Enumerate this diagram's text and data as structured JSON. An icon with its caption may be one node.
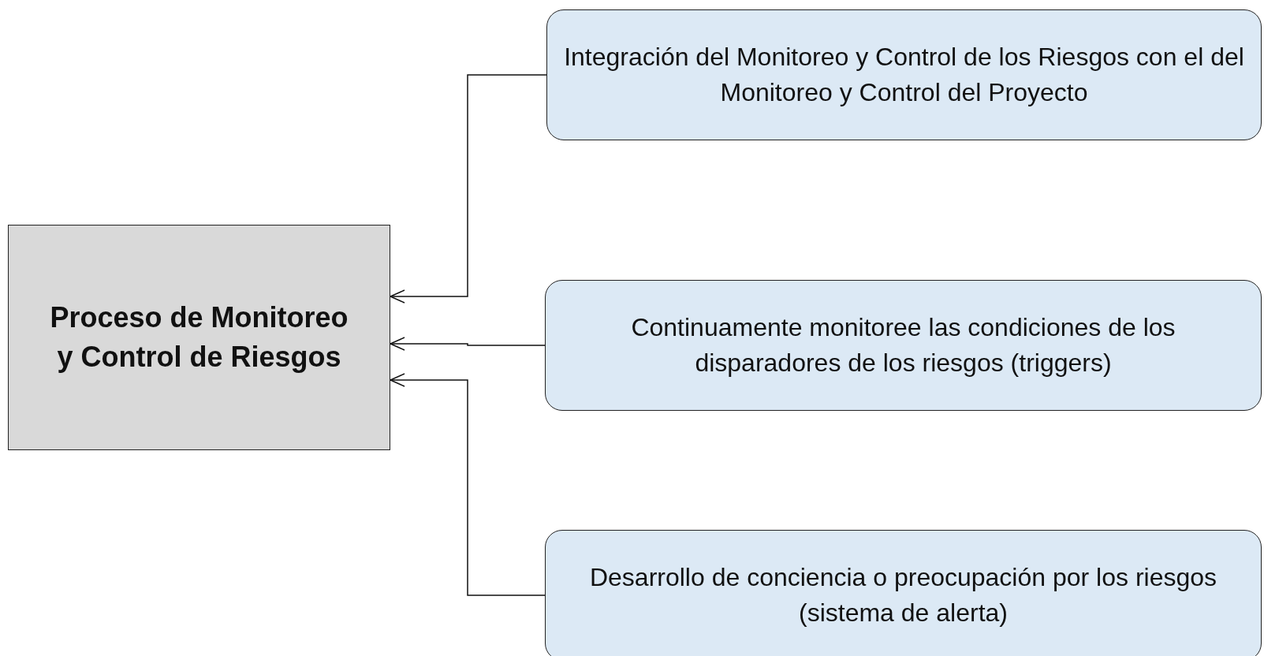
{
  "diagram": {
    "nodes": [
      {
        "text": [
          "Proceso de Monitoreo y Control de Riesgos"
        ]
      },
      {
        "text": [
          "Integración del Monitoreo y Control de los Riesgos con el del Monitoreo y Control del Proyecto"
        ]
      },
      {
        "text": [
          "Continuamente monitoree las condiciones de los disparadores de los riesgos (triggers)"
        ]
      },
      {
        "text": [
          "Desarrollo de conciencia o preocupación por los riesgos (sistema de alerta)"
        ]
      }
    ],
    "edges": [
      {
        "from": 1,
        "to": 0,
        "arrow": "to"
      },
      {
        "from": 2,
        "to": 0,
        "arrow": "to"
      },
      {
        "from": 3,
        "to": 0,
        "arrow": "to"
      }
    ]
  }
}
